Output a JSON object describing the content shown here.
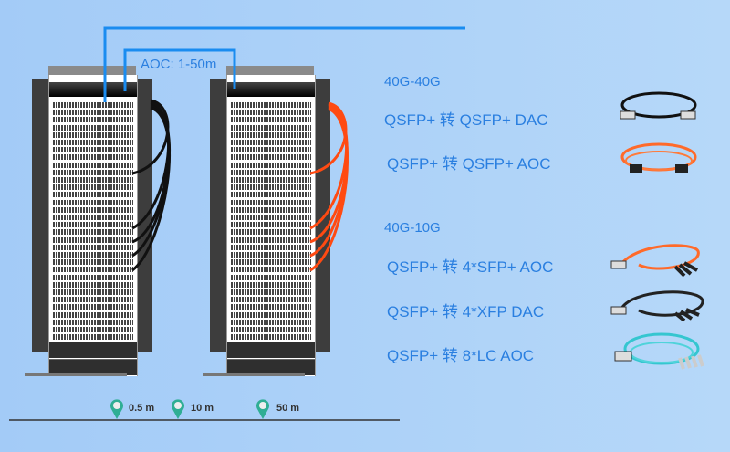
{
  "link_label": "AOC: 1-50m",
  "groups": [
    {
      "title": "40G-40G",
      "items": [
        "QSFP+ 转 QSFP+ DAC",
        "QSFP+ 转 QSFP+ AOC"
      ]
    },
    {
      "title": "40G-10G",
      "items": [
        "QSFP+ 转 4*SFP+ AOC",
        "QSFP+ 转 4*XFP DAC",
        "QSFP+ 转 8*LC AOC"
      ]
    }
  ],
  "distances": [
    "0.5 m",
    "10 m",
    "50 m"
  ],
  "colors": {
    "blue": "#1a8cf0",
    "dac": "#111111",
    "aoc": "#ff4a12",
    "om3": "#35c6d0",
    "pin": "#2fae94"
  }
}
